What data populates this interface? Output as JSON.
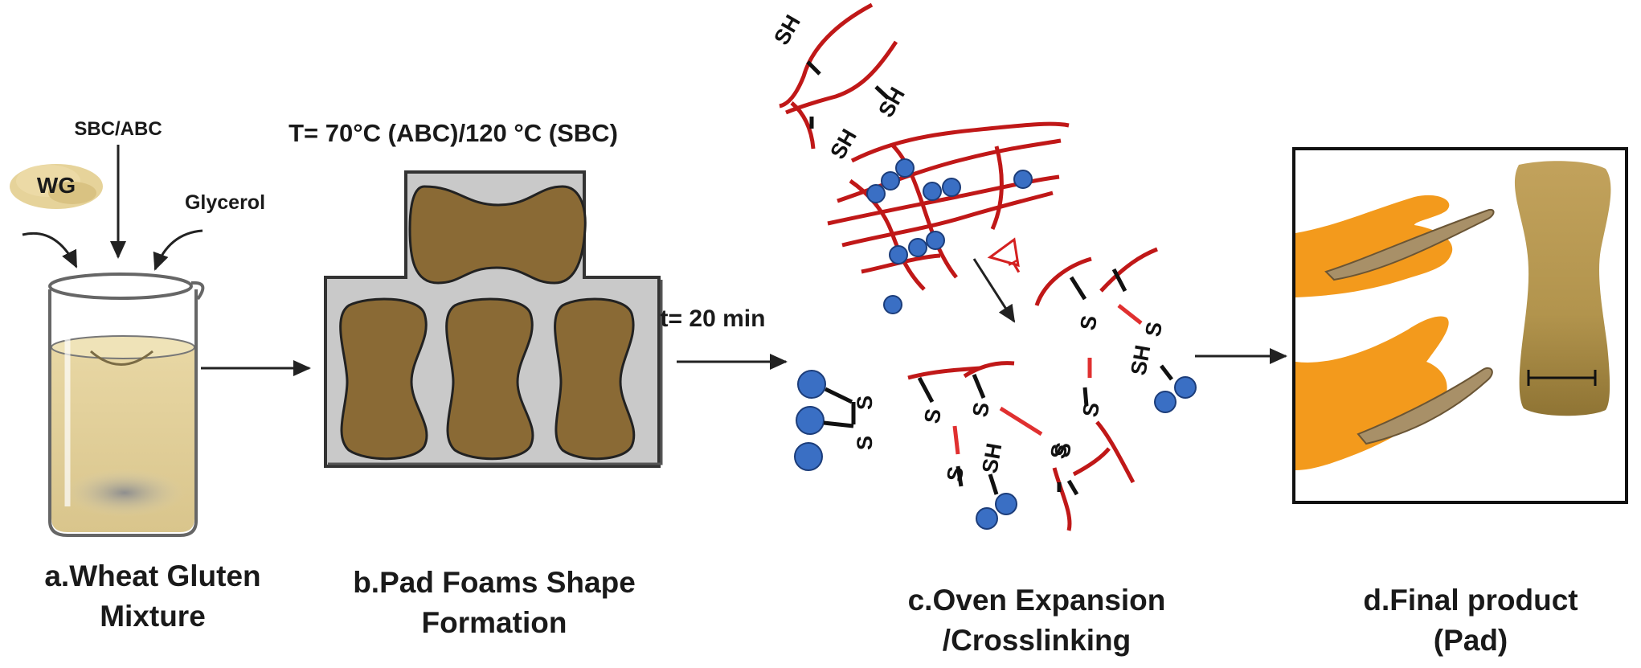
{
  "stage_a": {
    "ingredient_wg": "WG",
    "ingredient_blowing_agent": "SBC/ABC",
    "ingredient_plasticizer": "Glycerol",
    "caption_line1": "a.Wheat Gluten",
    "caption_line2": "Mixture"
  },
  "stage_b": {
    "temperature_label": "T= 70°C (ABC)/120 °C (SBC)",
    "caption_line1": "b.Pad Foams Shape",
    "caption_line2": "Formation"
  },
  "stage_c": {
    "time_label": "t= 20 min",
    "heat_symbol": "T",
    "thiol_label": "SH",
    "sulfur_label": "S",
    "caption_line1": "c.Oven Expansion",
    "caption_line2": "/Crosslinking"
  },
  "stage_d": {
    "caption_line1": "d.Final product",
    "caption_line2": "(Pad)"
  },
  "colors": {
    "polymer_chain": "#c01818",
    "disulfide_bond": "#e03030",
    "gas_bubble": "#3a6fc4",
    "foam_pad": "#8a6a35",
    "mold": "#c8c8c8",
    "glove": "#f39a1c",
    "final_pad": "#b89a55"
  }
}
